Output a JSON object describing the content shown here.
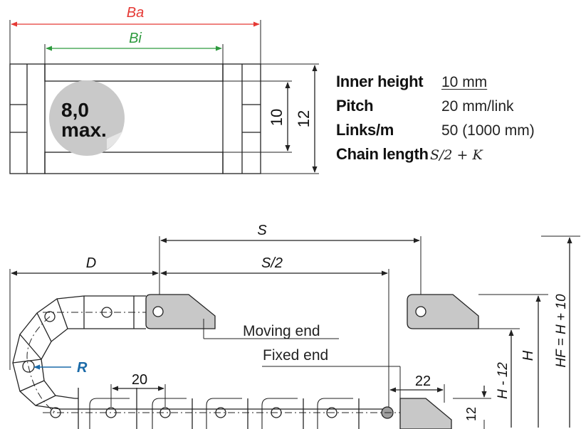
{
  "cross_section": {
    "outer_width_label": "Ba",
    "inner_width_label": "Bi",
    "badge_value": "8,0",
    "badge_suffix": "max.",
    "inner_height_dim": "10",
    "outer_height_dim": "12",
    "outer_color": "#e53935",
    "inner_color": "#2e9a3e"
  },
  "specs": [
    {
      "label": "Inner height",
      "value": "10 mm"
    },
    {
      "label": "Pitch",
      "value": "20 mm/link"
    },
    {
      "label": "Links/m",
      "value": "50 (1000 mm)"
    },
    {
      "label": "Chain length",
      "value": "S/2 + K"
    }
  ],
  "installation": {
    "dim_S": "S",
    "dim_D": "D",
    "dim_S_half": "S/2",
    "label_moving_end": "Moving end",
    "label_fixed_end": "Fixed end",
    "label_R": "R",
    "dim_pitch": "20",
    "dim_22": "22",
    "dim_12": "12",
    "dim_H_minus_12": "H - 12",
    "dim_H": "H",
    "dim_HF": "HF = H + 10",
    "radius_color": "#1a6aa8"
  }
}
